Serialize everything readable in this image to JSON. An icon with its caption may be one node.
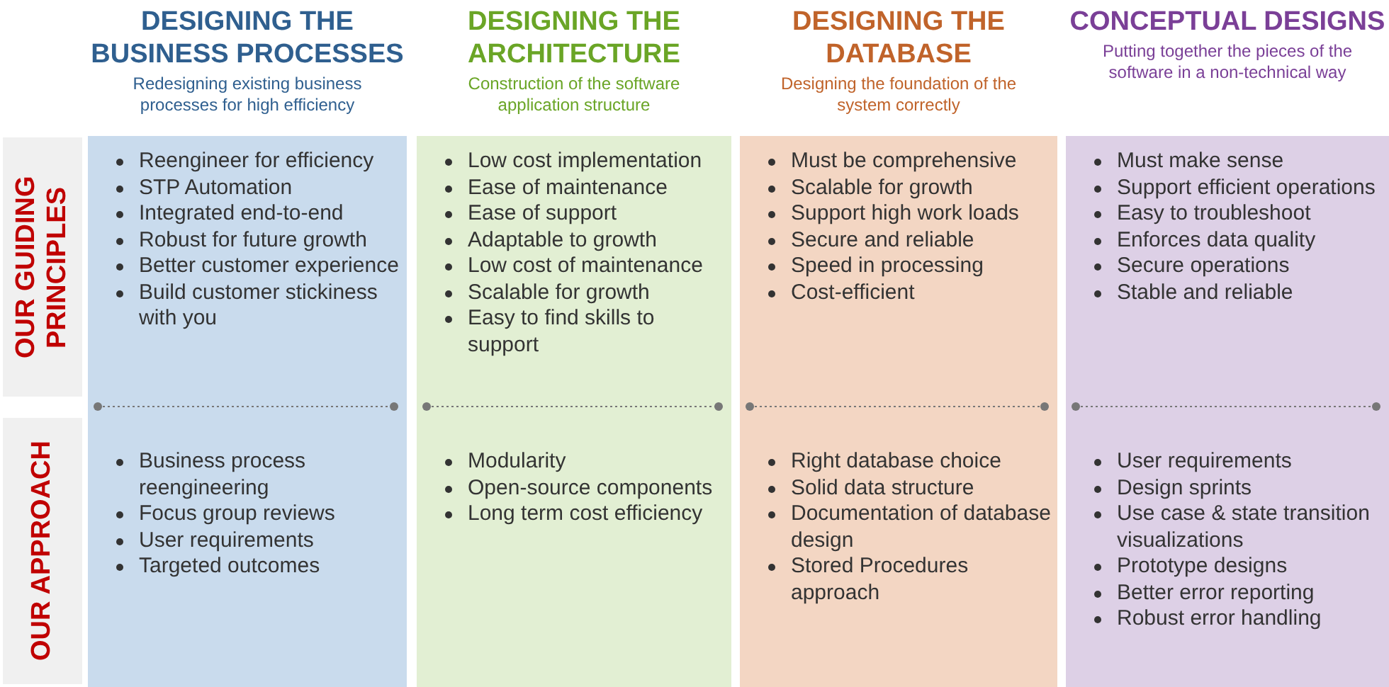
{
  "diagram": {
    "nodes": [
      {
        "text": [
          "OUR GUIDING PRINCIPLES"
        ]
      },
      {
        "text": [
          "OUR APPROACH"
        ]
      },
      {
        "text": [
          "DESIGNING THE BUSINESS PROCESSES",
          "Redesigning existing business processes for high efficiency"
        ]
      },
      {
        "text": [
          "Reengineer for efficiency",
          "STP Automation",
          "Integrated end-to-end",
          "Robust for future growth",
          "Better customer experience",
          "Build customer stickiness with you"
        ],
        "in": 2
      },
      {
        "text": [
          "Business process reengineering",
          "Focus group reviews",
          "User requirements",
          "Targeted outcomes"
        ],
        "in": 2
      },
      {
        "text": [
          "DESIGNING THE ARCHITECTURE",
          "Construction of the software application structure"
        ]
      },
      {
        "text": [
          "Low cost implementation",
          "Ease of maintenance",
          "Ease of support",
          "Adaptable to growth",
          "Low cost of maintenance",
          "Scalable for growth",
          "Easy to find skills to support"
        ],
        "in": 5
      },
      {
        "text": [
          "Modularity",
          "Open-source components",
          "Long term cost efficiency"
        ],
        "in": 5
      },
      {
        "text": [
          "DESIGNING THE DATABASE",
          "Designing the foundation of the system correctly"
        ]
      },
      {
        "text": [
          "Must be comprehensive",
          "Scalable for growth",
          "Support high work loads",
          "Secure and reliable",
          "Speed in processing",
          "Cost-efficient"
        ],
        "in": 8
      },
      {
        "text": [
          "Right database choice",
          "Solid data structure",
          "Documentation of database design",
          "Stored Procedures approach"
        ],
        "in": 8
      },
      {
        "text": [
          "CONCEPTUAL DESIGNS",
          "Putting together the pieces of the software in a non-technical way"
        ]
      },
      {
        "text": [
          "Must make sense",
          "Support efficient operations",
          "Easy to troubleshoot",
          "Enforces data quality",
          "Secure operations",
          "Stable and reliable"
        ],
        "in": 11
      },
      {
        "text": [
          "User requirements",
          "Design sprints",
          "Use case & state transition visualizations",
          "Prototype designs",
          "Better error reporting",
          "Robust error handling"
        ],
        "in": 11
      }
    ]
  }
}
